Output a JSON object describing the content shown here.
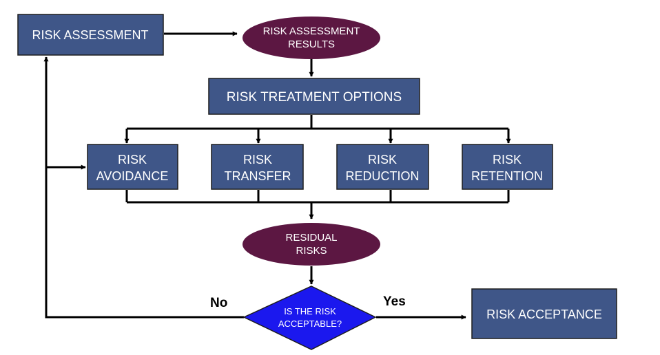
{
  "colors": {
    "box_fill": "#3f5688",
    "box_stroke": "#1d1d1d",
    "ellipse_fill": "#5c1742",
    "diamond_fill": "#1b18ee",
    "line": "#000000",
    "text": "#ffffff"
  },
  "nodes": {
    "risk_assessment": {
      "lines": [
        "RISK ASSESSMENT"
      ]
    },
    "results": {
      "lines": [
        "RISK ASSESSMENT",
        "RESULTS"
      ]
    },
    "treatment": {
      "lines": [
        "RISK TREATMENT OPTIONS"
      ]
    },
    "avoidance": {
      "lines": [
        "RISK",
        "AVOIDANCE"
      ]
    },
    "transfer": {
      "lines": [
        "RISK",
        "TRANSFER"
      ]
    },
    "reduction": {
      "lines": [
        "RISK",
        "REDUCTION"
      ]
    },
    "retention": {
      "lines": [
        "RISK",
        "RETENTION"
      ]
    },
    "residual": {
      "lines": [
        "RESIDUAL",
        "RISKS"
      ]
    },
    "decision": {
      "lines": [
        "IS THE RISK",
        "ACCEPTABLE?"
      ]
    },
    "acceptance": {
      "lines": [
        "RISK ACCEPTANCE"
      ]
    }
  },
  "edge_labels": {
    "no": "No",
    "yes": "Yes"
  }
}
